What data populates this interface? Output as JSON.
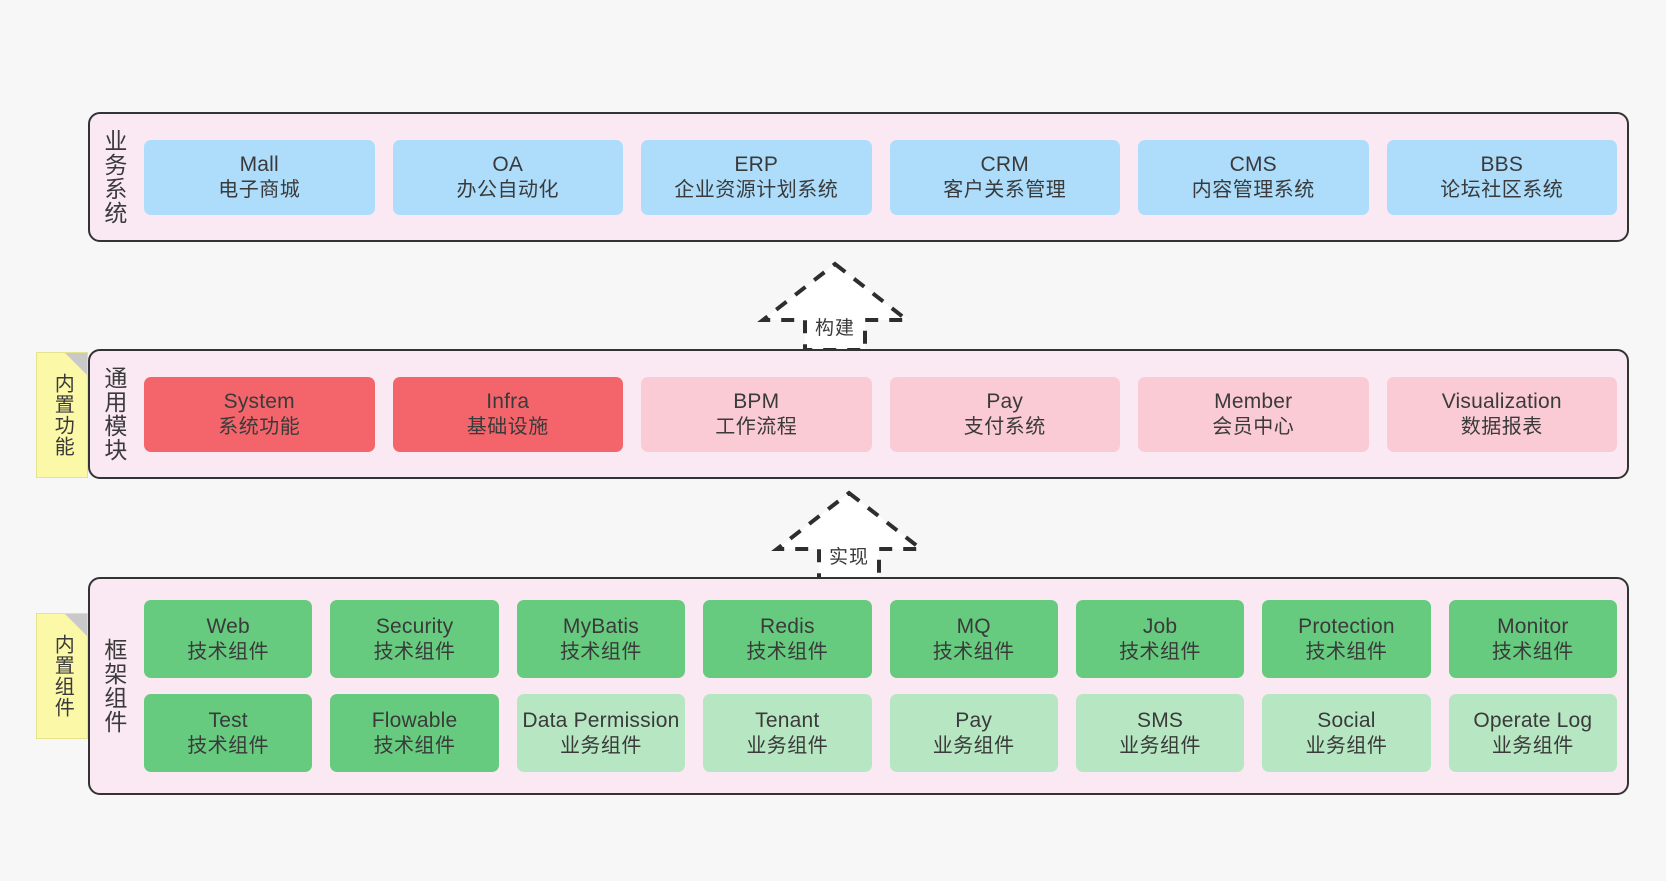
{
  "diagram": {
    "background_color": "#f7f7f7",
    "panel_color": "#fae9f3",
    "panel_border_color": "#333333",
    "note_color": "#fbf8a8"
  },
  "notes": [
    {
      "name": "builtin-features",
      "text": "内置功能"
    },
    {
      "name": "builtin-components",
      "text": "内置组件"
    }
  ],
  "connectors": [
    {
      "name": "build",
      "label": "构建",
      "style": "dashed-block-arrow-up"
    },
    {
      "name": "implement",
      "label": "实现",
      "style": "dashed-block-arrow-up"
    }
  ],
  "layers": [
    {
      "id": "business",
      "label": "业务系统",
      "color": "#adddfb",
      "rows": [
        [
          {
            "en": "Mall",
            "cn": "电子商城",
            "color": "blue"
          },
          {
            "en": "OA",
            "cn": "办公自动化",
            "color": "blue"
          },
          {
            "en": "ERP",
            "cn": "企业资源计划系统",
            "color": "blue"
          },
          {
            "en": "CRM",
            "cn": "客户关系管理",
            "color": "blue"
          },
          {
            "en": "CMS",
            "cn": "内容管理系统",
            "color": "blue"
          },
          {
            "en": "BBS",
            "cn": "论坛社区系统",
            "color": "blue"
          }
        ]
      ]
    },
    {
      "id": "common",
      "label": "通用模块",
      "color": "#f4656b",
      "rows": [
        [
          {
            "en": "System",
            "cn": "系统功能",
            "color": "red"
          },
          {
            "en": "Infra",
            "cn": "基础设施",
            "color": "red"
          },
          {
            "en": "BPM",
            "cn": "工作流程",
            "color": "pink"
          },
          {
            "en": "Pay",
            "cn": "支付系统",
            "color": "pink"
          },
          {
            "en": "Member",
            "cn": "会员中心",
            "color": "pink"
          },
          {
            "en": "Visualization",
            "cn": "数据报表",
            "color": "pink"
          }
        ]
      ]
    },
    {
      "id": "framework",
      "label": "框架组件",
      "color": "#66cb7e",
      "rows": [
        [
          {
            "en": "Web",
            "cn": "技术组件",
            "color": "green"
          },
          {
            "en": "Security",
            "cn": "技术组件",
            "color": "green"
          },
          {
            "en": "MyBatis",
            "cn": "技术组件",
            "color": "green"
          },
          {
            "en": "Redis",
            "cn": "技术组件",
            "color": "green"
          },
          {
            "en": "MQ",
            "cn": "技术组件",
            "color": "green"
          },
          {
            "en": "Job",
            "cn": "技术组件",
            "color": "green"
          },
          {
            "en": "Protection",
            "cn": "技术组件",
            "color": "green"
          },
          {
            "en": "Monitor",
            "cn": "技术组件",
            "color": "green"
          }
        ],
        [
          {
            "en": "Test",
            "cn": "技术组件",
            "color": "green"
          },
          {
            "en": "Flowable",
            "cn": "技术组件",
            "color": "green"
          },
          {
            "en": "Data Permission",
            "cn": "业务组件",
            "color": "lgreen"
          },
          {
            "en": "Tenant",
            "cn": "业务组件",
            "color": "lgreen"
          },
          {
            "en": "Pay",
            "cn": "业务组件",
            "color": "lgreen"
          },
          {
            "en": "SMS",
            "cn": "业务组件",
            "color": "lgreen"
          },
          {
            "en": "Social",
            "cn": "业务组件",
            "color": "lgreen"
          },
          {
            "en": "Operate Log",
            "cn": "业务组件",
            "color": "lgreen"
          }
        ]
      ]
    }
  ]
}
